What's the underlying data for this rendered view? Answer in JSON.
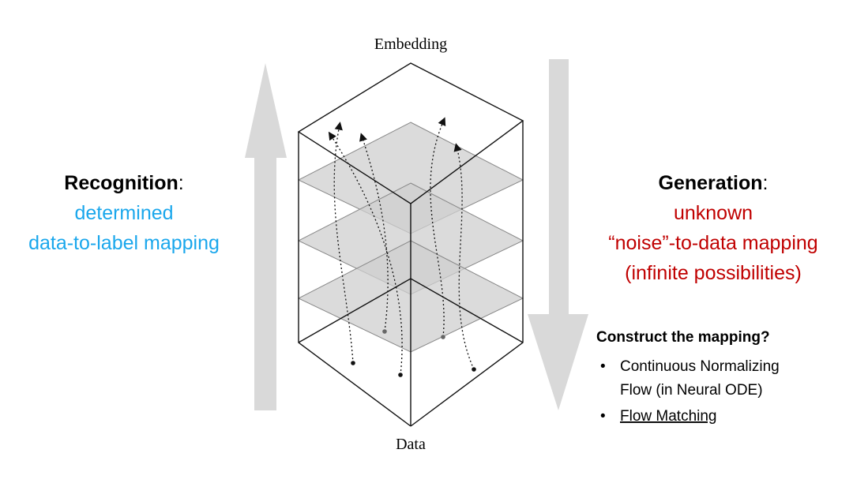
{
  "labels": {
    "top": "Embedding",
    "bottom": "Data"
  },
  "left_panel": {
    "title": "Recognition",
    "title_colon": ":",
    "line1": "determined",
    "line2": "data-to-label mapping"
  },
  "right_panel": {
    "title": "Generation",
    "title_colon": ":",
    "line1": "unknown",
    "line2": "“noise”-to-data mapping",
    "line3": "(infinite possibilities)"
  },
  "question": {
    "heading": "Construct the mapping?",
    "bullets": [
      {
        "lines": [
          "Continuous Normalizing",
          "Flow (in Neural ODE)"
        ]
      },
      {
        "lines": [
          "Flow Matching"
        ],
        "underline": true
      }
    ]
  },
  "colors": {
    "recognition_text": "#1aa7ec",
    "generation_text": "#c00000",
    "arrow_fill": "#d9d9d9",
    "plane_fill": "#cfcfcf",
    "box_stroke": "#111111",
    "label_text": "#000000"
  }
}
